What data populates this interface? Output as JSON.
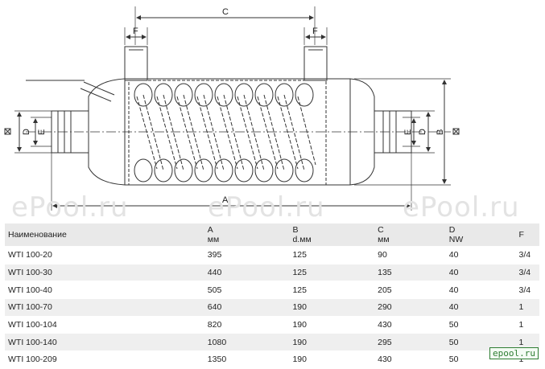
{
  "drawing": {
    "labels": {
      "C": "C",
      "F": "F",
      "A": "A",
      "B": "B",
      "D": "D",
      "E": "E"
    }
  },
  "watermarks": [
    "ePool.ru",
    "ePool.ru",
    "ePool.ru"
  ],
  "table": {
    "headers": [
      {
        "top": "",
        "bottom": "Наименование"
      },
      {
        "top": "A",
        "bottom": "мм"
      },
      {
        "top": "B",
        "bottom": "d.мм"
      },
      {
        "top": "C",
        "bottom": "мм"
      },
      {
        "top": "D",
        "bottom": "NW"
      },
      {
        "top": "",
        "bottom": "F"
      }
    ],
    "rows": [
      [
        "WTI 100-20",
        "395",
        "125",
        "90",
        "40",
        "3/4"
      ],
      [
        "WTI 100-30",
        "440",
        "125",
        "135",
        "40",
        "3/4"
      ],
      [
        "WTI 100-40",
        "505",
        "125",
        "205",
        "40",
        "3/4"
      ],
      [
        "WTI 100-70",
        "640",
        "190",
        "290",
        "40",
        "1"
      ],
      [
        "WTI 100-104",
        "820",
        "190",
        "430",
        "50",
        "1"
      ],
      [
        "WTI 100-140",
        "1080",
        "190",
        "295",
        "50",
        "1"
      ],
      [
        "WTI 100-209",
        "1350",
        "190",
        "430",
        "50",
        "1"
      ]
    ]
  },
  "logo": "epool.ru"
}
